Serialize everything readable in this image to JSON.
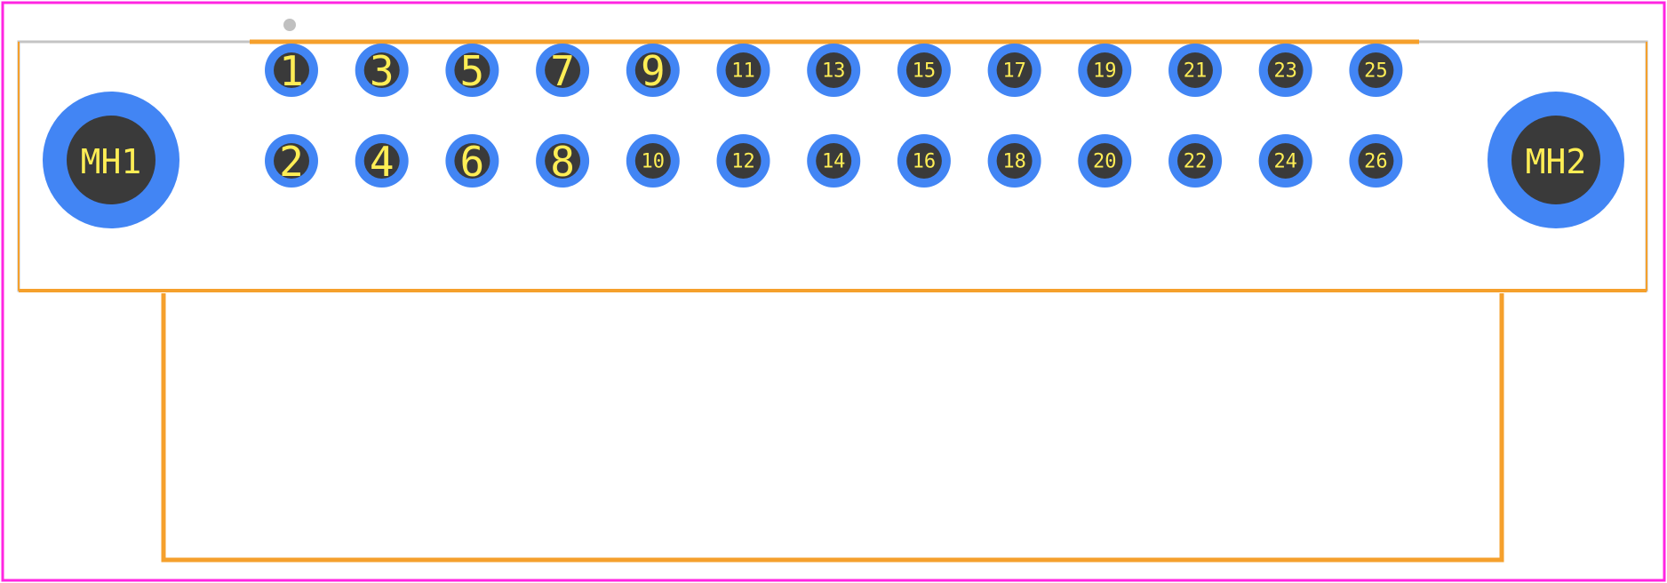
{
  "colors": {
    "board_outline": "#ff26e2",
    "silkscreen": "#f5a02c",
    "courtyard": "#c4c4c4",
    "pad_copper": "#4285f4",
    "drill": "#3a3a3a",
    "label_text": "#ffee55",
    "origin_marker": "#c0c0c0"
  },
  "mounting_holes": [
    {
      "label": "MH1"
    },
    {
      "label": "MH2"
    }
  ],
  "pads": {
    "top_row": [
      "1",
      "3",
      "5",
      "7",
      "9",
      "11",
      "13",
      "15",
      "17",
      "19",
      "21",
      "23",
      "25"
    ],
    "bottom_row": [
      "2",
      "4",
      "6",
      "8",
      "10",
      "12",
      "14",
      "16",
      "18",
      "20",
      "22",
      "24",
      "26"
    ]
  }
}
